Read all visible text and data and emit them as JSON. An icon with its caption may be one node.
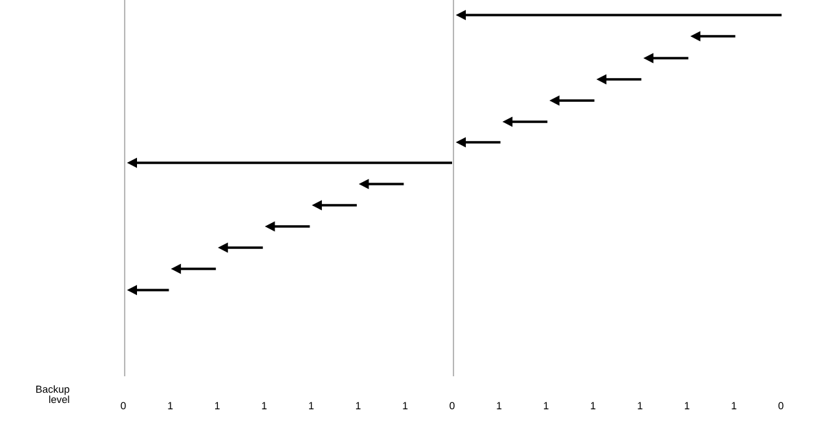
{
  "diagram": {
    "labels": [
      "Backup level",
      "0",
      "1",
      "1",
      "1",
      "1",
      "1",
      "1",
      "0",
      "1",
      "1",
      "1",
      "1",
      "1",
      "1",
      "0"
    ]
  }
}
